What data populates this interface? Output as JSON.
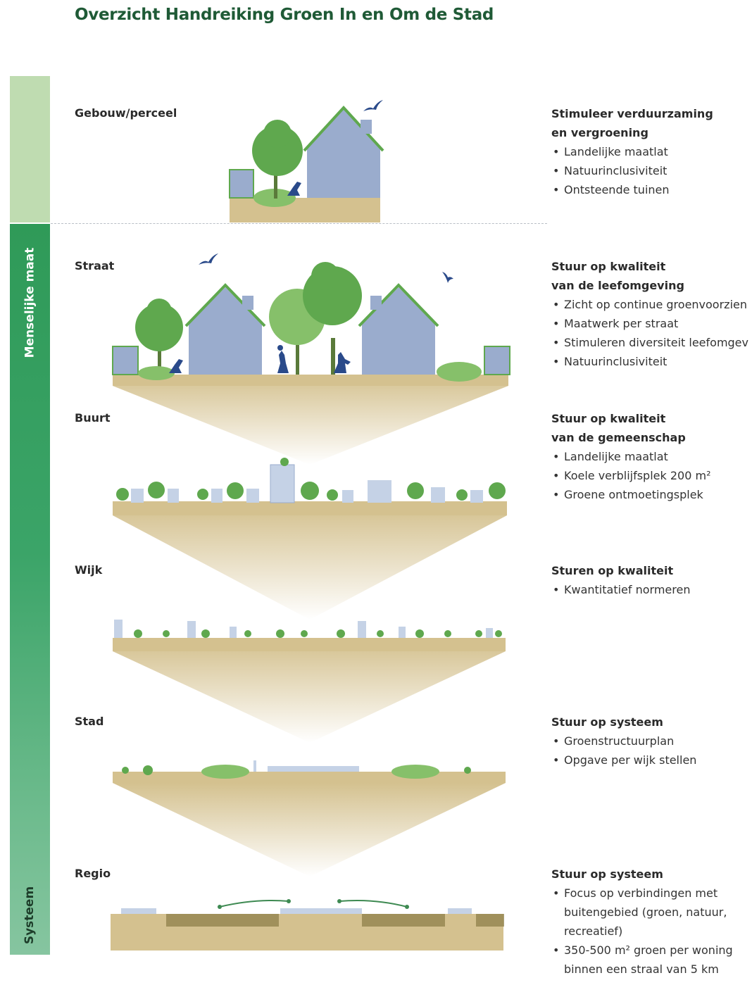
{
  "title": "Overzicht Handreiking Groen In en Om de Stad",
  "side": {
    "top_label": "Menselijke maat",
    "bottom_label": "Systeem"
  },
  "levels": [
    {
      "name": "Gebouw/perceel",
      "heading": "Stimuleer verduurzaming\nen vergroening",
      "bullets": [
        "Landelijke maatlat",
        "Natuurinclusiviteit",
        "Ontsteende tuinen"
      ]
    },
    {
      "name": "Straat",
      "heading": "Stuur op kwaliteit\nvan de leefomgeving",
      "bullets": [
        "Zicht op continue groenvoorzien",
        "Maatwerk per straat",
        "Stimuleren diversiteit leefomgev",
        "Natuurinclusiviteit"
      ]
    },
    {
      "name": "Buurt",
      "heading": "Stuur op kwaliteit\nvan de gemeenschap",
      "bullets": [
        "Landelijke maatlat",
        "Koele verblijfsplek 200 m²",
        "Groene ontmoetingsplek"
      ]
    },
    {
      "name": "Wijk",
      "heading": "Sturen op kwaliteit",
      "bullets": [
        "Kwantitatief normeren"
      ]
    },
    {
      "name": "Stad",
      "heading": "Stuur op systeem",
      "bullets": [
        "Groenstructuurplan",
        "Opgave per wijk stellen"
      ]
    },
    {
      "name": "Regio",
      "heading": "Stuur op systeem",
      "bullets": [
        "Focus op verbindingen met buitengebied (groen, natuur, recreatief)",
        "350-500 m² groen per woning binnen een straal van 5 km"
      ]
    }
  ],
  "colors": {
    "title": "#1f5a36",
    "side_light": "#bfdcb1",
    "side_dark": "#2f9a58",
    "building": "#9aaccd",
    "tree_dark": "#5fa84e",
    "tree_light": "#86c06a",
    "ground": "#d4c18f",
    "figure": "#2a4a8a"
  }
}
